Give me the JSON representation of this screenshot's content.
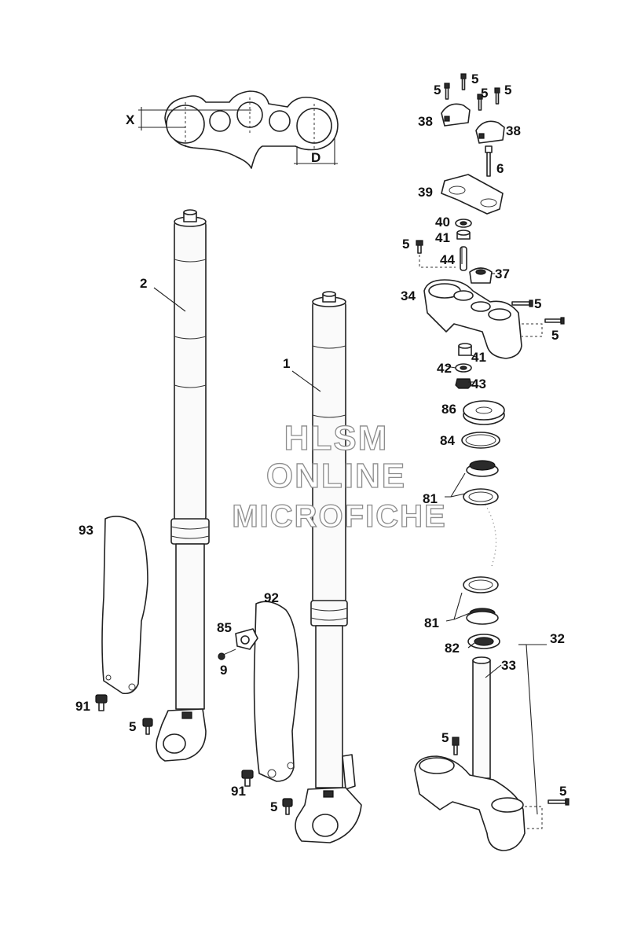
{
  "watermark": {
    "line1": "HLSM",
    "line2": "ONLINE",
    "line3": "MICROFICHE"
  },
  "dimension_labels": {
    "x": "X",
    "d": "D"
  },
  "part_labels": [
    {
      "id": "lbl-5-a",
      "text": "5"
    },
    {
      "id": "lbl-5-b",
      "text": "5"
    },
    {
      "id": "lbl-5-c",
      "text": "5"
    },
    {
      "id": "lbl-5-d",
      "text": "5"
    },
    {
      "id": "lbl-38-a",
      "text": "38"
    },
    {
      "id": "lbl-38-b",
      "text": "38"
    },
    {
      "id": "lbl-6",
      "text": "6"
    },
    {
      "id": "lbl-39",
      "text": "39"
    },
    {
      "id": "lbl-40",
      "text": "40"
    },
    {
      "id": "lbl-41-a",
      "text": "41"
    },
    {
      "id": "lbl-5-e",
      "text": "5"
    },
    {
      "id": "lbl-44",
      "text": "44"
    },
    {
      "id": "lbl-37",
      "text": "37"
    },
    {
      "id": "lbl-34",
      "text": "34"
    },
    {
      "id": "lbl-5-f",
      "text": "5"
    },
    {
      "id": "lbl-5-g",
      "text": "5"
    },
    {
      "id": "lbl-41-b",
      "text": "41"
    },
    {
      "id": "lbl-42",
      "text": "42"
    },
    {
      "id": "lbl-43",
      "text": "43"
    },
    {
      "id": "lbl-86",
      "text": "86"
    },
    {
      "id": "lbl-84",
      "text": "84"
    },
    {
      "id": "lbl-81-a",
      "text": "81"
    },
    {
      "id": "lbl-2",
      "text": "2"
    },
    {
      "id": "lbl-1",
      "text": "1"
    },
    {
      "id": "lbl-93",
      "text": "93"
    },
    {
      "id": "lbl-92",
      "text": "92"
    },
    {
      "id": "lbl-85",
      "text": "85"
    },
    {
      "id": "lbl-9",
      "text": "9"
    },
    {
      "id": "lbl-91-a",
      "text": "91"
    },
    {
      "id": "lbl-5-h",
      "text": "5"
    },
    {
      "id": "lbl-91-b",
      "text": "91"
    },
    {
      "id": "lbl-5-i",
      "text": "5"
    },
    {
      "id": "lbl-81-b",
      "text": "81"
    },
    {
      "id": "lbl-82",
      "text": "82"
    },
    {
      "id": "lbl-33",
      "text": "33"
    },
    {
      "id": "lbl-32",
      "text": "32"
    },
    {
      "id": "lbl-5-j",
      "text": "5"
    },
    {
      "id": "lbl-5-k",
      "text": "5"
    }
  ]
}
